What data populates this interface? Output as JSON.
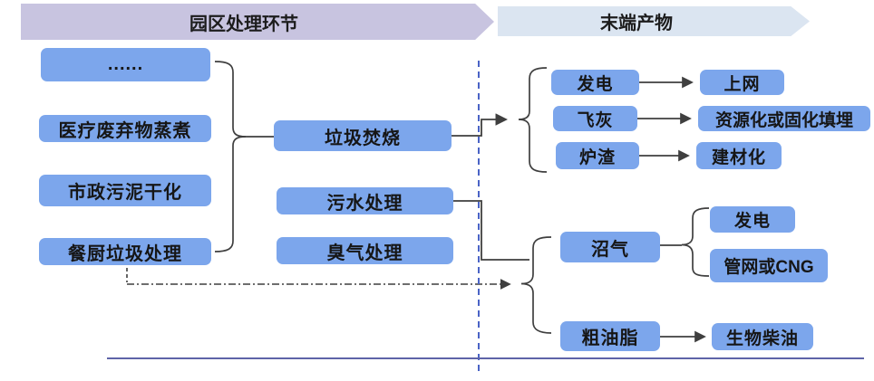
{
  "colors": {
    "node_fill": "#7ca6ec",
    "node_text": "#161616",
    "header_left_fill": "#c8c4e0",
    "header_right_fill": "#dbe5f1",
    "divider_blue": "#4a63c6",
    "baseline_purple": "#5e64a8",
    "connector": "#3f3f3f"
  },
  "header": {
    "stage_label": "园区处理环节",
    "output_label": "末端产物"
  },
  "process_inputs": [
    "......",
    "医疗废弃物蒸煮",
    "市政污泥干化",
    "餐厨垃圾处理"
  ],
  "park_processes": [
    "垃圾焚烧",
    "污水处理",
    "臭气处理"
  ],
  "incineration_outputs": [
    {
      "product": "发电",
      "destination": "上网"
    },
    {
      "product": "飞灰",
      "destination": "资源化或固化填埋"
    },
    {
      "product": "炉渣",
      "destination": "建材化"
    }
  ],
  "kitchen_waste_outputs": {
    "biogas": {
      "label": "沼气",
      "destinations": [
        "发电",
        "管网或CNG"
      ]
    },
    "crude_oil": {
      "label": "粗油脂",
      "destination": "生物柴油"
    }
  }
}
